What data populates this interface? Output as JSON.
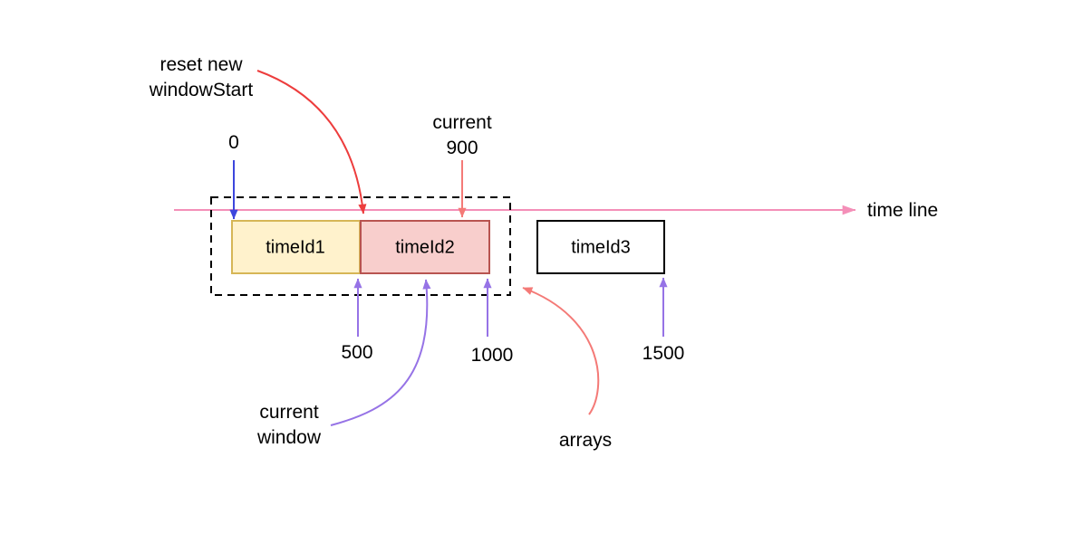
{
  "colors": {
    "timeline": "#f48fb8",
    "red": "#ed3d3d",
    "salmon": "#f47a77",
    "blue": "#3d46dd",
    "purple": "#9673e6",
    "black": "#000000",
    "box1_fill": "#fff2cc",
    "box1_stroke": "#d6b656",
    "box2_fill": "#f8cecc",
    "box2_stroke": "#b85450",
    "box3_fill": "#ffffff",
    "box3_stroke": "#000000",
    "text": "#000000"
  },
  "timeline": {
    "label": "time line"
  },
  "boxes": [
    {
      "label": "timeId1"
    },
    {
      "label": "timeId2"
    },
    {
      "label": "timeId3"
    }
  ],
  "labels": {
    "reset_new_window_start": "reset new\nwindowStart",
    "zero": "0",
    "current_900": "current\n900",
    "v500": "500",
    "v1000": "1000",
    "v1500": "1500",
    "current_window": "current\nwindow",
    "arrays": "arrays"
  }
}
